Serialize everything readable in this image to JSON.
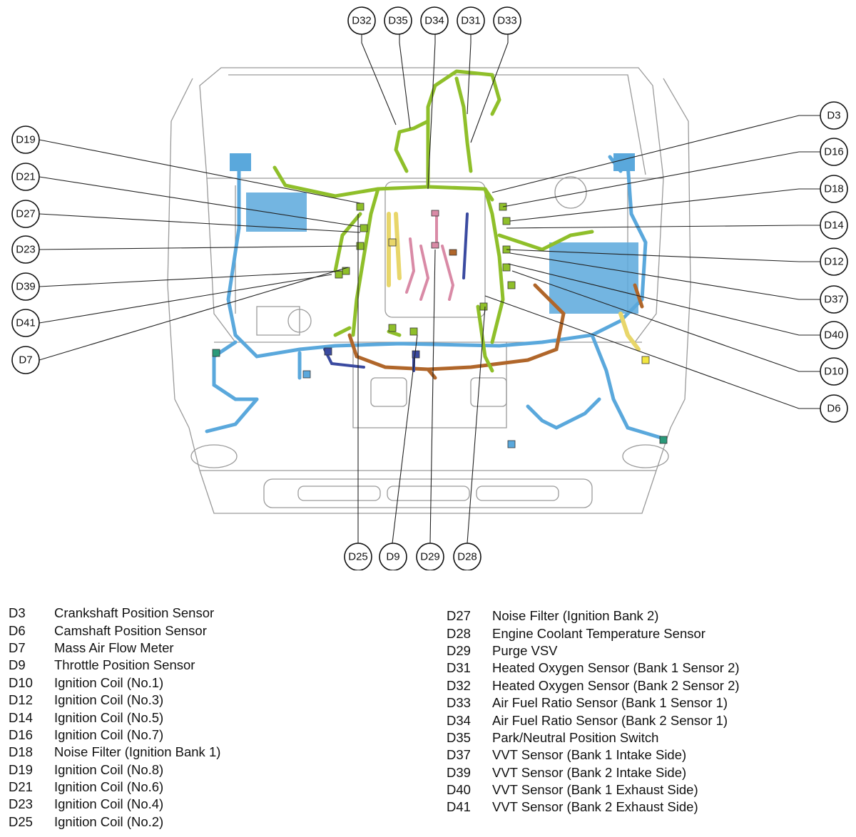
{
  "callouts_top": [
    "D32",
    "D35",
    "D34",
    "D31",
    "D33"
  ],
  "callouts_left": [
    "D19",
    "D21",
    "D27",
    "D23",
    "D39",
    "D41",
    "D7"
  ],
  "callouts_right": [
    "D3",
    "D16",
    "D18",
    "D14",
    "D12",
    "D37",
    "D40",
    "D10",
    "D6"
  ],
  "callouts_bottom": [
    "D25",
    "D9",
    "D29",
    "D28"
  ],
  "legend_left": [
    {
      "code": "D3",
      "desc": "Crankshaft Position Sensor"
    },
    {
      "code": "D6",
      "desc": "Camshaft Position Sensor"
    },
    {
      "code": "D7",
      "desc": "Mass Air Flow Meter"
    },
    {
      "code": "D9",
      "desc": "Throttle Position Sensor"
    },
    {
      "code": "D10",
      "desc": "Ignition Coil (No.1)"
    },
    {
      "code": "D12",
      "desc": "Ignition Coil (No.3)"
    },
    {
      "code": "D14",
      "desc": "Ignition Coil (No.5)"
    },
    {
      "code": "D16",
      "desc": "Ignition Coil (No.7)"
    },
    {
      "code": "D18",
      "desc": "Noise Filter (Ignition Bank 1)"
    },
    {
      "code": "D19",
      "desc": "Ignition Coil (No.8)"
    },
    {
      "code": "D21",
      "desc": "Ignition Coil (No.6)"
    },
    {
      "code": "D23",
      "desc": "Ignition Coil (No.4)"
    },
    {
      "code": "D25",
      "desc": "Ignition Coil (No.2)"
    }
  ],
  "legend_right": [
    {
      "code": "D27",
      "desc": "Noise Filter (Ignition Bank 2)"
    },
    {
      "code": "D28",
      "desc": "Engine Coolant Temperature Sensor"
    },
    {
      "code": "D29",
      "desc": "Purge VSV"
    },
    {
      "code": "D31",
      "desc": "Heated Oxygen Sensor (Bank 1 Sensor 2)"
    },
    {
      "code": "D32",
      "desc": "Heated Oxygen Sensor (Bank 2 Sensor 2)"
    },
    {
      "code": "D33",
      "desc": "Air Fuel Ratio Sensor (Bank 1 Sensor 1)"
    },
    {
      "code": "D34",
      "desc": "Air Fuel Ratio Sensor (Bank 2 Sensor 1)"
    },
    {
      "code": "D35",
      "desc": "Park/Neutral Position Switch"
    },
    {
      "code": "D37",
      "desc": "VVT Sensor (Bank 1 Intake Side)"
    },
    {
      "code": "D39",
      "desc": "VVT Sensor (Bank 2 Intake Side)"
    },
    {
      "code": "D40",
      "desc": "VVT Sensor (Bank 1 Exhaust Side)"
    },
    {
      "code": "D41",
      "desc": "VVT Sensor (Bank 2 Exhaust Side)"
    }
  ],
  "colors": {
    "harness_green": "#8fbf2a",
    "harness_blue": "#5aa8dc",
    "harness_brown": "#b0662a",
    "harness_yellow": "#e8d66a",
    "harness_pink": "#d98aa6",
    "harness_navy": "#3a4aa0",
    "outline_gray": "#9a9a9a"
  }
}
